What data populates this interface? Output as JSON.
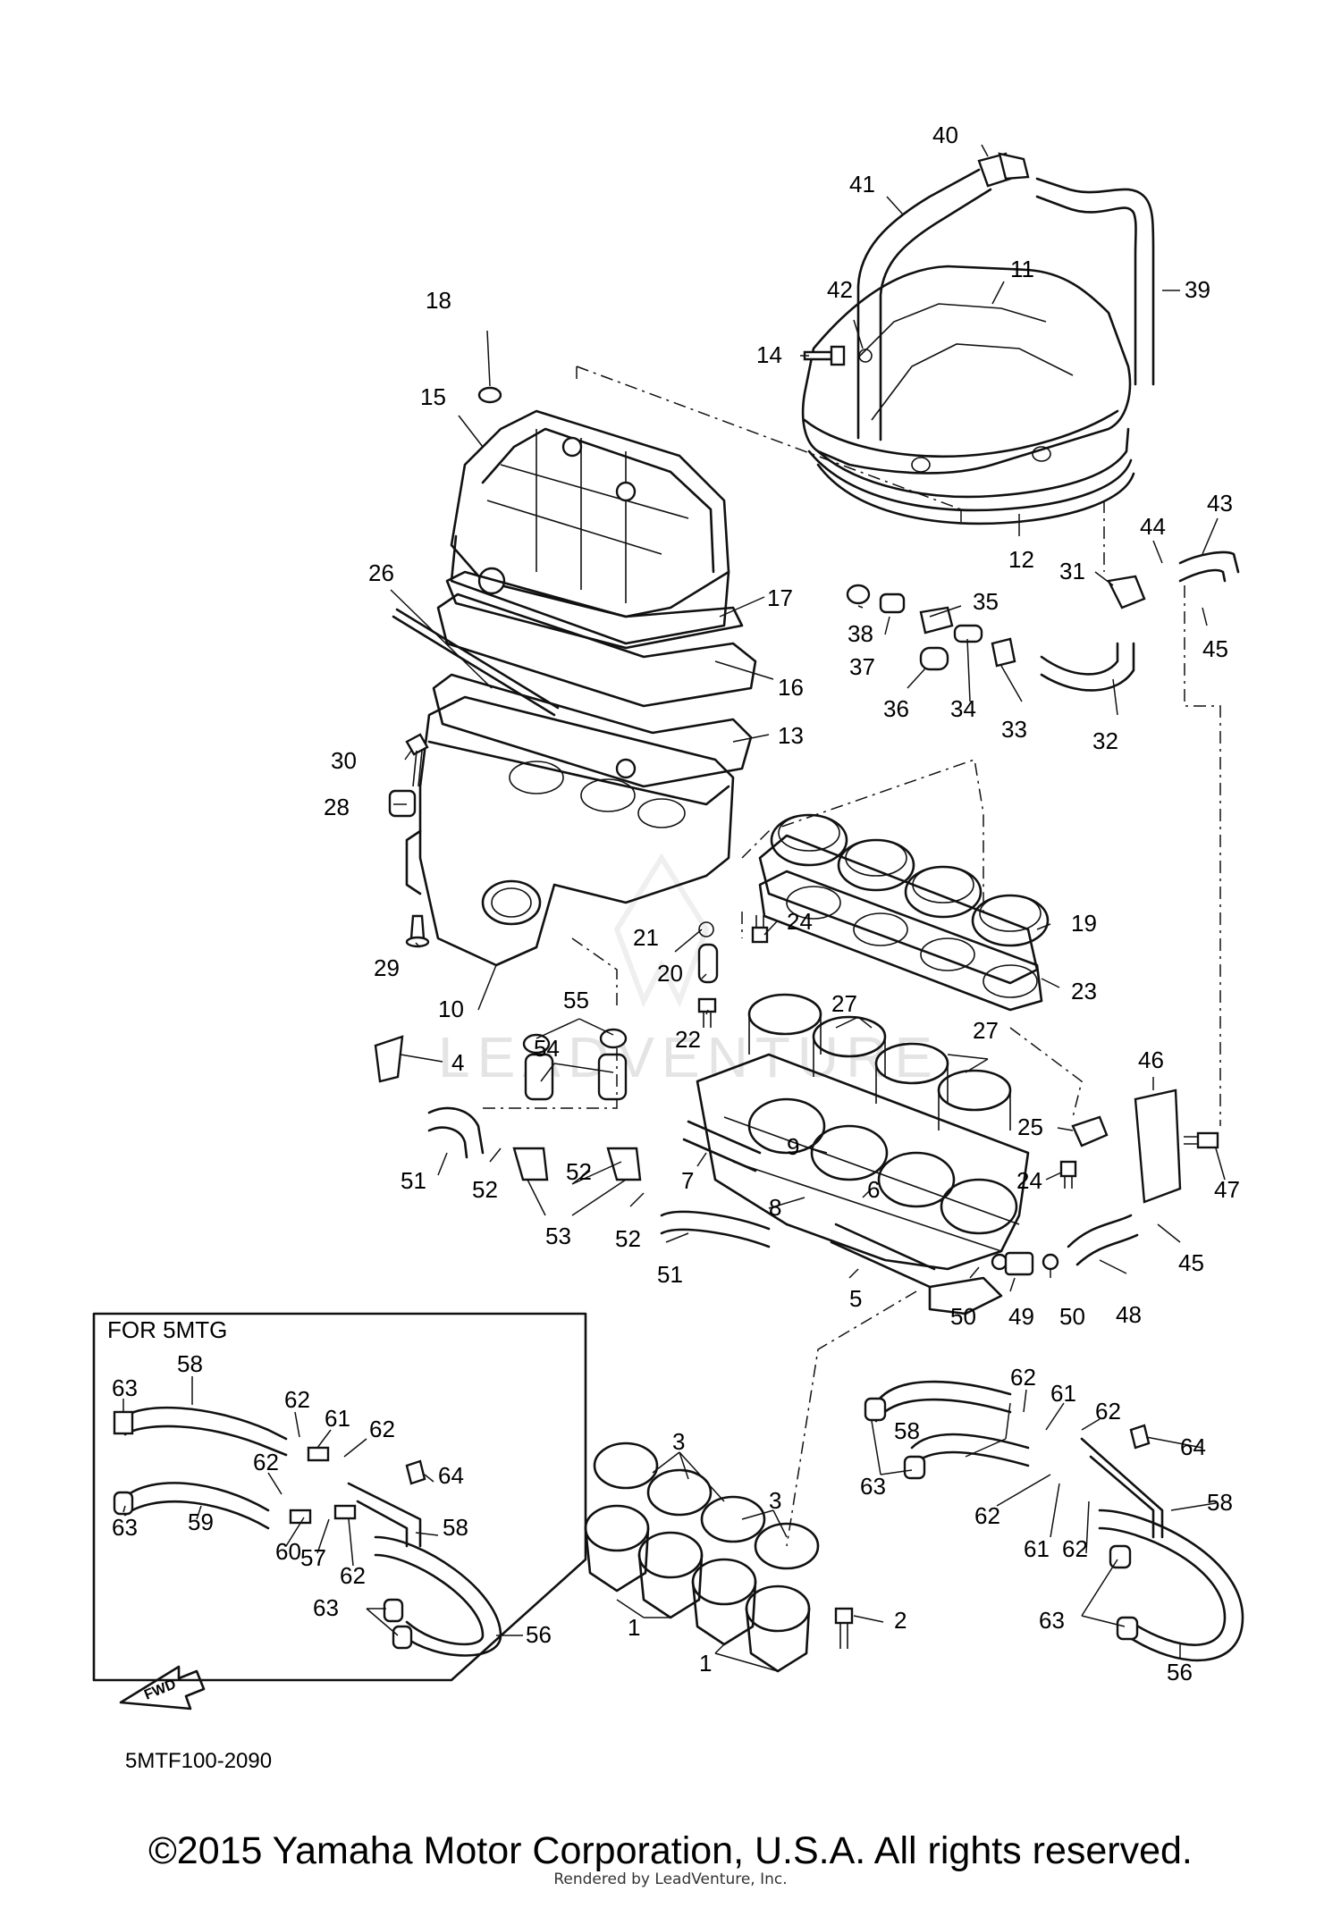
{
  "watermark": "LEADVENTURE",
  "inset": {
    "title": "FOR 5MTG",
    "fwd_label": "FWD"
  },
  "diagram_code": "5MTF100-2090",
  "copyright": "©2015 Yamaha Motor Corporation, U.S.A. All rights reserved.",
  "rendered_by": "Rendered by LeadVenture, Inc.",
  "callouts": [
    {
      "id": "c40",
      "text": "40"
    },
    {
      "id": "c41",
      "text": "41"
    },
    {
      "id": "c11",
      "text": "11"
    },
    {
      "id": "c39",
      "text": "39"
    },
    {
      "id": "c42",
      "text": "42"
    },
    {
      "id": "c14",
      "text": "14"
    },
    {
      "id": "c18",
      "text": "18"
    },
    {
      "id": "c15",
      "text": "15"
    },
    {
      "id": "c43",
      "text": "43"
    },
    {
      "id": "c44",
      "text": "44"
    },
    {
      "id": "c12",
      "text": "12"
    },
    {
      "id": "c31",
      "text": "31"
    },
    {
      "id": "c26",
      "text": "26"
    },
    {
      "id": "c17",
      "text": "17"
    },
    {
      "id": "c38",
      "text": "38"
    },
    {
      "id": "c35",
      "text": "35"
    },
    {
      "id": "c45a",
      "text": "45"
    },
    {
      "id": "c37",
      "text": "37"
    },
    {
      "id": "c16",
      "text": "16"
    },
    {
      "id": "c36",
      "text": "36"
    },
    {
      "id": "c34",
      "text": "34"
    },
    {
      "id": "c33",
      "text": "33"
    },
    {
      "id": "c32",
      "text": "32"
    },
    {
      "id": "c13",
      "text": "13"
    },
    {
      "id": "c30",
      "text": "30"
    },
    {
      "id": "c28",
      "text": "28"
    },
    {
      "id": "c19",
      "text": "19"
    },
    {
      "id": "c21",
      "text": "21"
    },
    {
      "id": "c24a",
      "text": "24"
    },
    {
      "id": "c29",
      "text": "29"
    },
    {
      "id": "c20",
      "text": "20"
    },
    {
      "id": "c27a",
      "text": "27"
    },
    {
      "id": "c10",
      "text": "10"
    },
    {
      "id": "c55",
      "text": "55"
    },
    {
      "id": "c23",
      "text": "23"
    },
    {
      "id": "c22",
      "text": "22"
    },
    {
      "id": "c27b",
      "text": "27"
    },
    {
      "id": "c54",
      "text": "54"
    },
    {
      "id": "c4",
      "text": "4"
    },
    {
      "id": "c46",
      "text": "46"
    },
    {
      "id": "c25",
      "text": "25"
    },
    {
      "id": "c9",
      "text": "9"
    },
    {
      "id": "c51a",
      "text": "51"
    },
    {
      "id": "c52a",
      "text": "52"
    },
    {
      "id": "c7",
      "text": "7"
    },
    {
      "id": "c24b",
      "text": "24"
    },
    {
      "id": "c47",
      "text": "47"
    },
    {
      "id": "c52b",
      "text": "52"
    },
    {
      "id": "c6",
      "text": "6"
    },
    {
      "id": "c8",
      "text": "8"
    },
    {
      "id": "c53",
      "text": "53"
    },
    {
      "id": "c52c",
      "text": "52"
    },
    {
      "id": "c45b",
      "text": "45"
    },
    {
      "id": "c51b",
      "text": "51"
    },
    {
      "id": "c5",
      "text": "5"
    },
    {
      "id": "c50a",
      "text": "50"
    },
    {
      "id": "c49",
      "text": "49"
    },
    {
      "id": "c50b",
      "text": "50"
    },
    {
      "id": "c48",
      "text": "48"
    },
    {
      "id": "c58a",
      "text": "58"
    },
    {
      "id": "c63a",
      "text": "63"
    },
    {
      "id": "c62a",
      "text": "62"
    },
    {
      "id": "c61a",
      "text": "61"
    },
    {
      "id": "c62b",
      "text": "62"
    },
    {
      "id": "c62c",
      "text": "62"
    },
    {
      "id": "c64a",
      "text": "64"
    },
    {
      "id": "c63b",
      "text": "63"
    },
    {
      "id": "c59",
      "text": "59"
    },
    {
      "id": "c58b",
      "text": "58"
    },
    {
      "id": "c60",
      "text": "60"
    },
    {
      "id": "c57",
      "text": "57"
    },
    {
      "id": "c62d",
      "text": "62"
    },
    {
      "id": "c63c",
      "text": "63"
    },
    {
      "id": "c56a",
      "text": "56"
    },
    {
      "id": "c3a",
      "text": "3"
    },
    {
      "id": "c3b",
      "text": "3"
    },
    {
      "id": "c1a",
      "text": "1"
    },
    {
      "id": "c2",
      "text": "2"
    },
    {
      "id": "c1b",
      "text": "1"
    },
    {
      "id": "c62e",
      "text": "62"
    },
    {
      "id": "c61b",
      "text": "61"
    },
    {
      "id": "c62f",
      "text": "62"
    },
    {
      "id": "c58c",
      "text": "58"
    },
    {
      "id": "c64b",
      "text": "64"
    },
    {
      "id": "c63d",
      "text": "63"
    },
    {
      "id": "c58d",
      "text": "58"
    },
    {
      "id": "c62g",
      "text": "62"
    },
    {
      "id": "c61c",
      "text": "61"
    },
    {
      "id": "c62h",
      "text": "62"
    },
    {
      "id": "c63e",
      "text": "63"
    },
    {
      "id": "c56b",
      "text": "56"
    }
  ]
}
